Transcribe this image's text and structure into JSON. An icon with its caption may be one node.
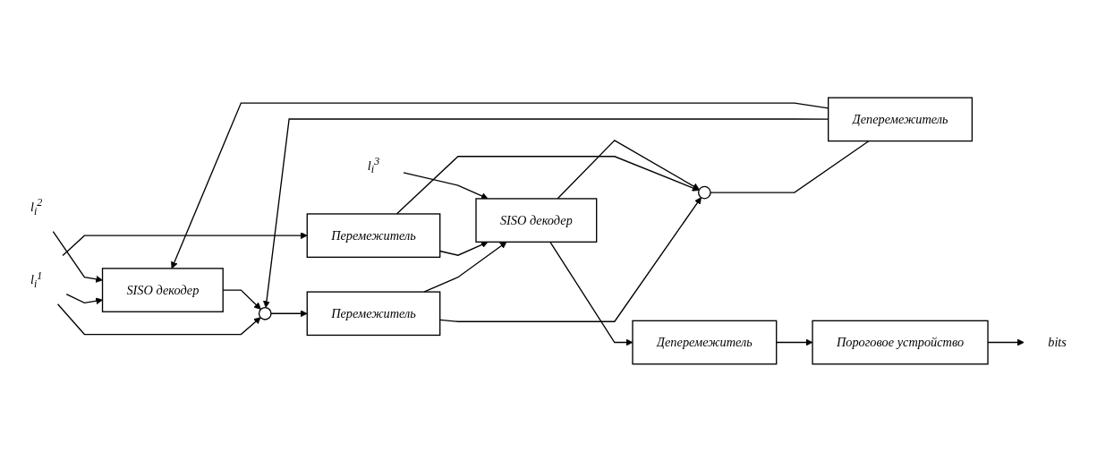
{
  "diagram": {
    "nodes": [
      {
        "text": [
          "l$_{i}$$^{1}$"
        ]
      },
      {
        "text": [
          "l$_{i}$$^{2}$"
        ]
      },
      {
        "text": [
          "SISO декодер"
        ]
      },
      {
        "text": [],
        "shape": "circle"
      },
      {
        "text": [
          "Перемежитель"
        ]
      },
      {
        "text": [
          "Перемежитель"
        ]
      },
      {
        "text": [
          "l$_{i}$$^{3}$"
        ]
      },
      {
        "text": [
          "SISO декодер"
        ]
      },
      {
        "text": [],
        "shape": "circle"
      },
      {
        "text": [
          "Деперемежитель"
        ]
      },
      {
        "text": [
          "Деперемежитель"
        ]
      },
      {
        "text": [
          "Пороговое устройство"
        ]
      },
      {
        "text": [
          "bits"
        ]
      }
    ],
    "edges": [
      {
        "from": 0,
        "to": 2,
        "arrow": "to"
      },
      {
        "from": 0,
        "to": 3,
        "arrow": "to"
      },
      {
        "from": 0,
        "to": 5,
        "arrow": "to"
      },
      {
        "from": 1,
        "to": 2,
        "arrow": "to"
      },
      {
        "from": 2,
        "to": 3,
        "arrow": "to"
      },
      {
        "from": 3,
        "to": 4,
        "arrow": "to"
      },
      {
        "from": 4,
        "to": 8,
        "arrow": "to"
      },
      {
        "from": 4,
        "to": 7,
        "arrow": "to"
      },
      {
        "from": 5,
        "to": 7,
        "arrow": "to"
      },
      {
        "from": 5,
        "to": 8,
        "arrow": "to"
      },
      {
        "from": 6,
        "to": 7,
        "arrow": "to"
      },
      {
        "from": 7,
        "to": 8,
        "arrow": "to"
      },
      {
        "from": 7,
        "to": 10,
        "arrow": "to"
      },
      {
        "from": 8,
        "to": 9,
        "arrow": "none"
      },
      {
        "from": 9,
        "to": 3,
        "arrow": "to"
      },
      {
        "from": 9,
        "to": 2,
        "arrow": "to"
      },
      {
        "from": 10,
        "to": 11,
        "arrow": "to"
      },
      {
        "from": 11,
        "to": 12,
        "arrow": "to"
      }
    ]
  }
}
